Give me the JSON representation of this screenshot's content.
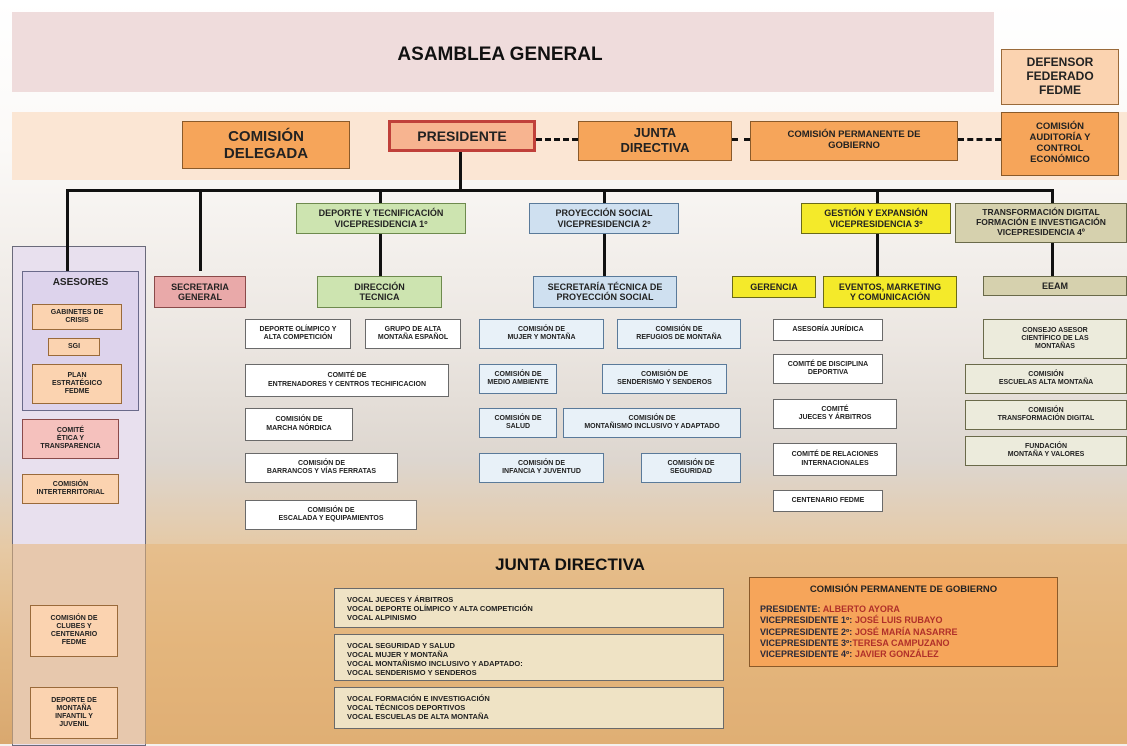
{
  "top": {
    "asamblea": "ASAMBLEA GENERAL",
    "defensor": "DEFENSOR\nFEDERADO\nFEDME",
    "comision_delegada": "COMISIÓN\nDELEGADA",
    "presidente": "PRESIDENTE",
    "junta_directiva": "JUNTA\nDIRECTIVA",
    "comision_permanente": "COMISIÓN PERMANENTE DE\nGOBIERNO",
    "comision_auditoria": "COMISIÓN\nAUDITORÍA Y\nCONTROL\nECONÓMICO"
  },
  "vicepresidencias": {
    "vp1": "DEPORTE Y TECNIFICACIÓN\nVICEPRESIDENCIA 1º",
    "vp2": "PROYECCIÓN SOCIAL\nVICEPRESIDENCIA 2º",
    "vp3": "GESTIÓN Y  EXPANSIÓN\nVICEPRESIDENCIA 3º",
    "vp4": "TRANSFORMACIÓN DIGITAL\nFORMACIÓN E INVESTIGACIÓN\nVICEPRESIDENCIA 4º"
  },
  "asesores": {
    "title": "ASESORES",
    "gabinetes": "GABINETES DE\nCRISIS",
    "sgi": "SGI",
    "plan": "PLAN\nESTRATÉGICO\nFEDME"
  },
  "left_boxes": {
    "comite_etica": "COMITÉ\nÉTICA Y\nTRANSPARENCIA",
    "comision_interterritorial": "COMISIÓN\nINTERTERRITORIAL",
    "comision_clubes": "COMISIÓN  DE\nCLUBES Y\nCENTENARIO\nFEDME",
    "deporte_montana": "DEPORTE DE\nMONTAÑA\nINFANTIL Y\nJUVENIL"
  },
  "secretaria_general": "SECRETARIA\nGENERAL",
  "direccion_tecnica": "DIRECCIÓN\nTECNICA",
  "col1": {
    "deporte_olimpico": "DEPORTE OLÍMPICO Y\nALTA COMPETICIÓN",
    "grupo_alta": "GRUPO DE ALTA\nMONTAÑA ESPAÑOL",
    "comite_entrenadores": "COMITÉ DE\nENTRENADORES Y CENTROS TECHIFICACION",
    "marcha_nordica": "COMISIÓN DE\nMARCHA NÓRDICA",
    "barrancos": "COMISIÓN DE\nBARRANCOS Y VÍAS FERRATAS",
    "escalada": "COMISIÓN DE\nESCALADA Y EQUIPAMIENTOS"
  },
  "col2": {
    "secretaria_tecnica": "SECRETARÍA TÉCNICA DE\nPROYECCIÓN SOCIAL",
    "mujer": "COMISIÓN DE\nMUJER Y MONTAÑA",
    "refugios": "COMISIÓN DE\nREFUGIOS DE MONTAÑA",
    "medio_ambiente": "COMISIÓN DE\nMEDIO AMBIENTE",
    "senderismo": "COMISIÓN DE\nSENDERISMO Y SENDEROS",
    "salud": "COMISIÓN DE\nSALUD",
    "inclusivo": "COMISIÓN  DE\nMONTAÑISMO INCLUSIVO Y ADAPTADO",
    "infancia": "COMISIÓN DE\nINFANCIA Y JUVENTUD",
    "seguridad": "COMISIÓN DE\nSEGURIDAD"
  },
  "col3": {
    "gerencia": "GERENCIA",
    "eventos": "EVENTOS, MARKETING\nY COMUNICACIÓN",
    "asesoria": "ASESORÍA JURÍDICA",
    "disciplina": "COMITÉ DE DISCIPLINA\nDEPORTIVA",
    "jueces": "COMITÉ\nJUECES Y ÁRBITROS",
    "relaciones": "COMITÉ  DE RELACIONES\nINTERNACIONALES",
    "centenario": "CENTENARIO FEDME"
  },
  "col4": {
    "eeam": "EEAM",
    "consejo": "CONSEJO ASESOR\nCIENTÍFICO DE LAS\nMONTAÑAS",
    "escuelas": "COMISIÓN\nESCUELAS ALTA MONTAÑA",
    "transformacion": "COMISIÓN\nTRANSFORMACIÓN DIGITAL",
    "fundacion": "FUNDACIÓN\nMONTAÑA Y VALORES"
  },
  "junta_section": {
    "title": "JUNTA DIRECTIVA",
    "group1": [
      "VOCAL JUECES Y ÁRBITROS",
      "VOCAL DEPORTE OLÍMPICO Y ALTA COMPETICIÓN",
      "VOCAL ALPINISMO"
    ],
    "group2": [
      "VOCAL SEGURIDAD Y SALUD",
      "VOCAL MUJER Y MONTAÑA",
      "VOCAL MONTAÑISMO INCLUSIVO Y ADAPTADO:",
      "VOCAL SENDERISMO Y SENDEROS"
    ],
    "group3": [
      "VOCAL FORMACIÓN E INVESTIGACIÓN",
      "VOCAL TÉCNICOS DEPORTIVOS",
      "VOCAL ESCUELAS DE ALTA MONTAÑA"
    ]
  },
  "cpg": {
    "title": "COMISIÓN PERMANENTE DE GOBIERNO",
    "rows": [
      {
        "role": "PRESIDENTE: ",
        "name": "ALBERTO AYORA"
      },
      {
        "role": "VICEPRESIDENTE 1º: ",
        "name": "JOSÉ LUIS RUBAYO"
      },
      {
        "role": "VICEPRESIDENTE 2º: ",
        "name": "JOSÉ MARÍA NASARRE"
      },
      {
        "role": "VICEPRESIDENTE 3º:",
        "name": "TERESA CAMPUZANO"
      },
      {
        "role": "VICEPRESIDENTE 4º: ",
        "name": "JAVIER GONZÁLEZ"
      }
    ]
  }
}
